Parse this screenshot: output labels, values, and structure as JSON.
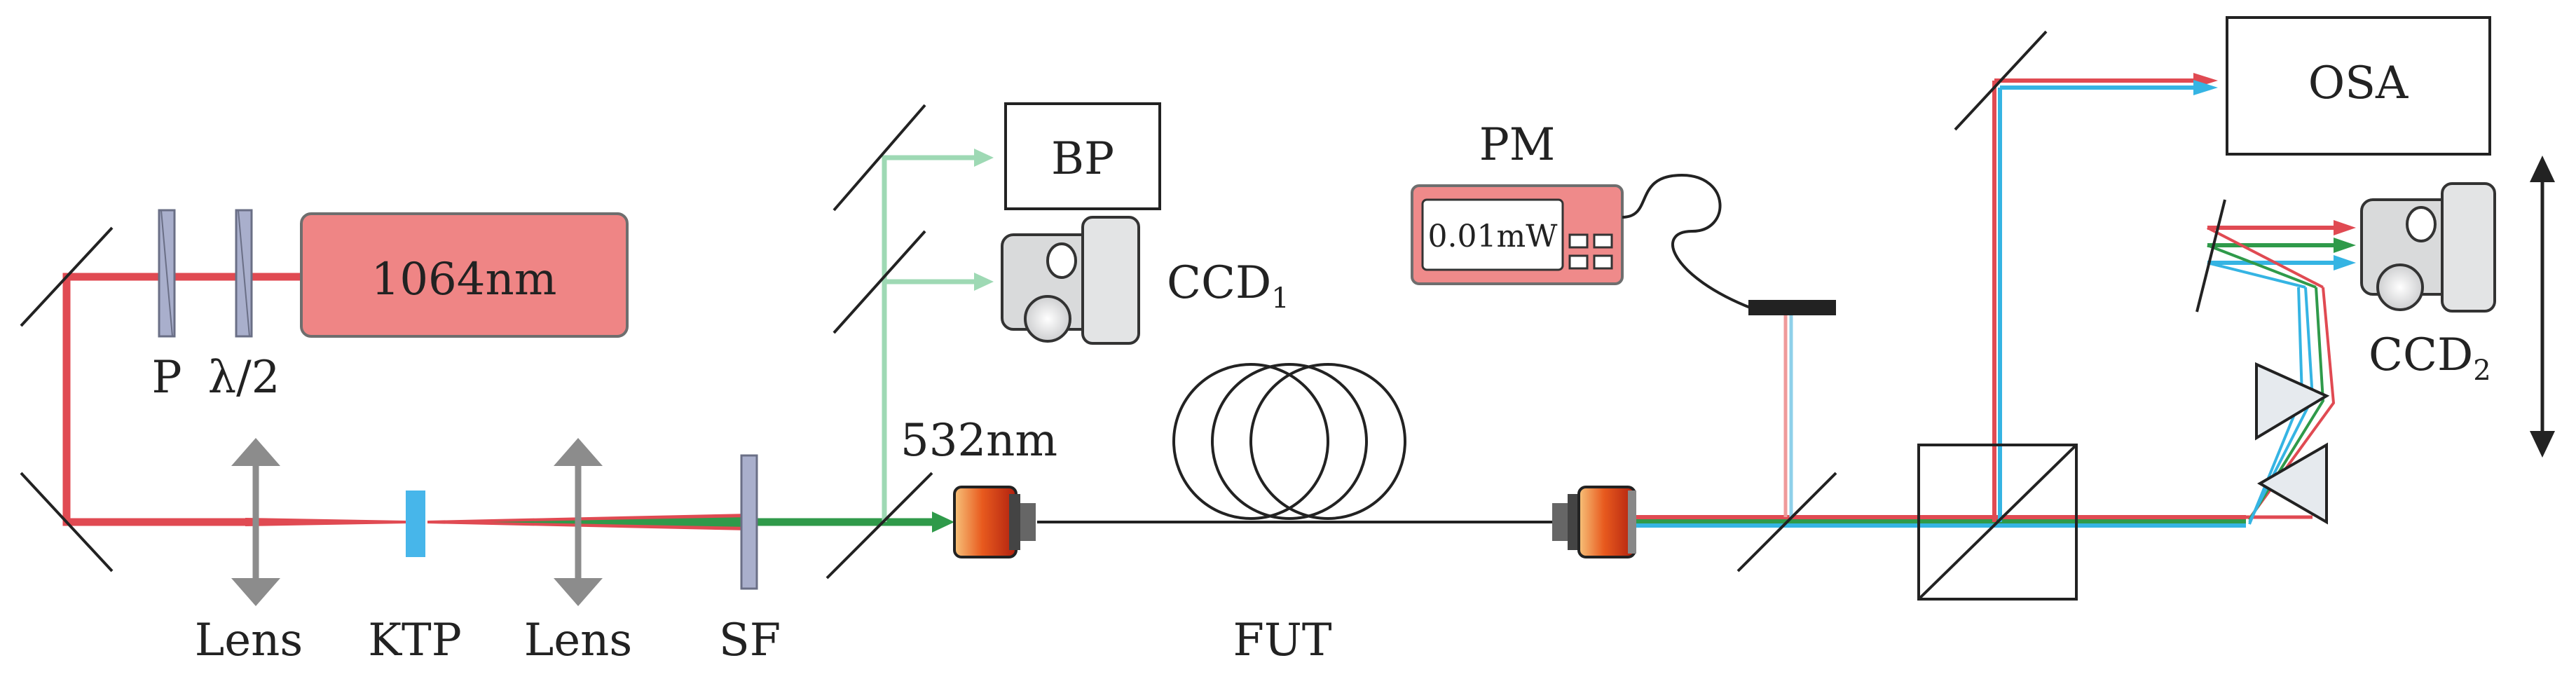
{
  "colors": {
    "ir_beam": "#e04a52",
    "green_beam": "#2f9a4a",
    "light_green_beam": "#9ed9b4",
    "blue_beam": "#35b4e3",
    "laser_fill": "#ef8585",
    "pm_fill": "#ef8a8a",
    "ktp": "#47b6ea",
    "polarizer": "#a9afcc",
    "arrow": "#8c8c8c",
    "black": "#222222",
    "camera_fill": "#d9dadb"
  },
  "labels": {
    "laser": "1064nm",
    "polarizer": "P",
    "half_wave": "λ/2",
    "lens_left": "Lens",
    "ktp": "KTP",
    "lens_right": "Lens",
    "sf": "SF",
    "green_wavelength": "532nm",
    "bp": "BP",
    "ccd1_main": "CCD",
    "ccd1_sub": "1",
    "fut": "FUT",
    "pm": "PM",
    "pm_reading": "0.01mW",
    "osa": "OSA",
    "ccd2_main": "CCD",
    "ccd2_sub": "2"
  },
  "icons": [
    "mirror-icon",
    "lens-arrow-icon",
    "camera-icon",
    "fiber-coupler-icon",
    "fiber-coil-icon",
    "prism-icon",
    "beam-splitter-cube-icon"
  ]
}
